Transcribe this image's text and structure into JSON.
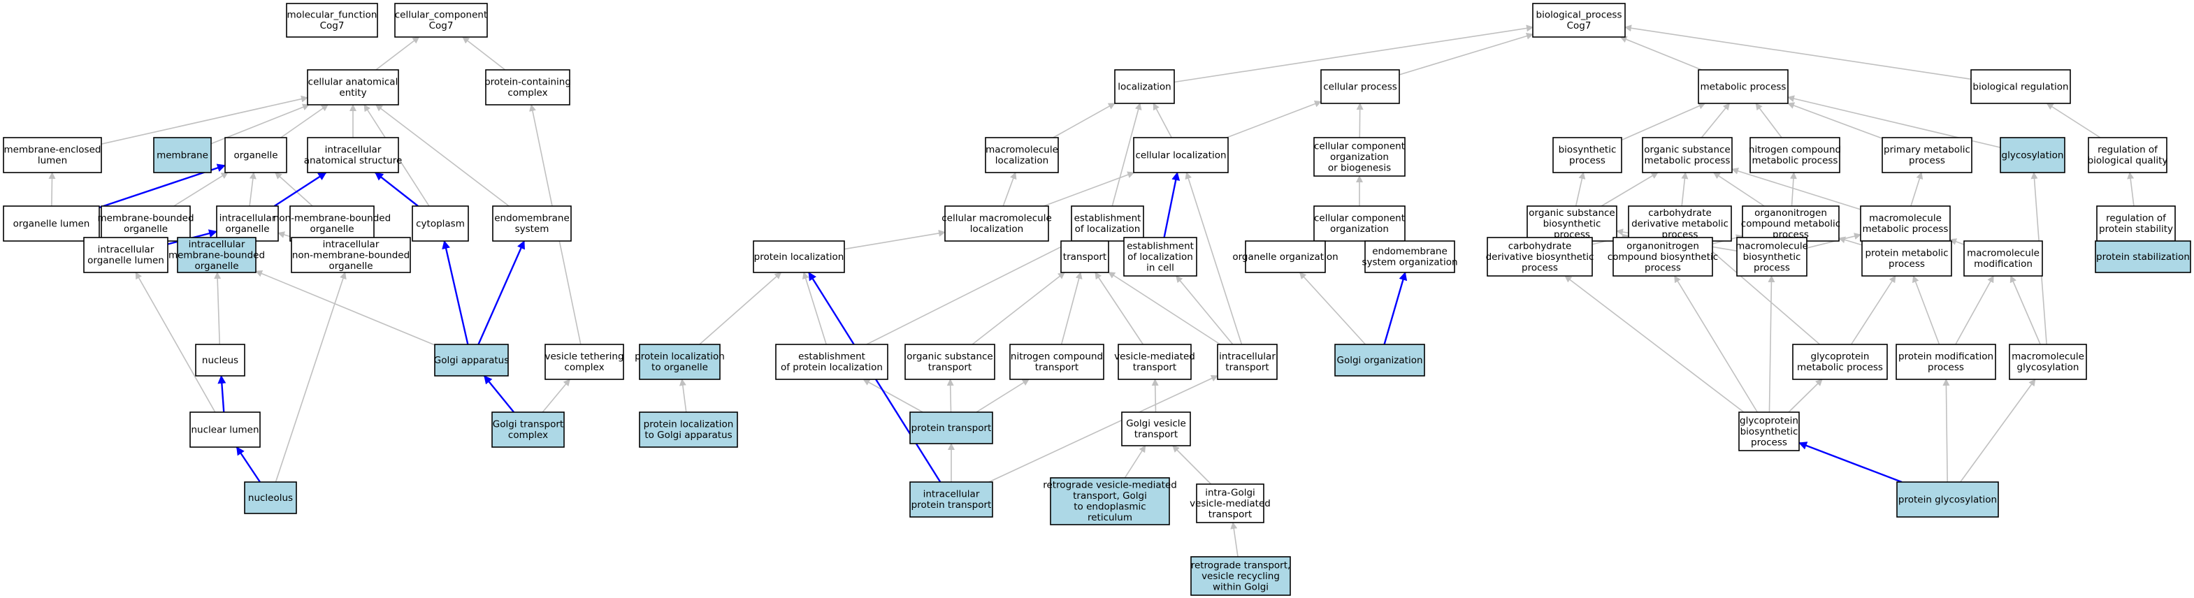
{
  "colors": {
    "plain_fill": "#ffffff",
    "highlight_fill": "#add8e6",
    "gray_edge": "#c0c0c0",
    "blue_edge": "#0000ff",
    "border": "#000000"
  },
  "nodes": [
    {
      "id": "mf",
      "lines": [
        "molecular_function",
        "Cog7"
      ],
      "highlight": false
    },
    {
      "id": "cc",
      "lines": [
        "cellular_component",
        "Cog7"
      ],
      "highlight": false
    },
    {
      "id": "bp",
      "lines": [
        "biological_process",
        "Cog7"
      ],
      "highlight": false
    },
    {
      "id": "cae",
      "lines": [
        "cellular anatomical",
        "entity"
      ],
      "highlight": false
    },
    {
      "id": "pcc",
      "lines": [
        "protein-containing",
        "complex"
      ],
      "highlight": false
    },
    {
      "id": "mel",
      "lines": [
        "membrane-enclosed",
        "lumen"
      ],
      "highlight": false
    },
    {
      "id": "membrane",
      "lines": [
        "membrane"
      ],
      "highlight": true
    },
    {
      "id": "organelle",
      "lines": [
        "organelle"
      ],
      "highlight": false
    },
    {
      "id": "ias",
      "lines": [
        "intracellular",
        "anatomical structure"
      ],
      "highlight": false
    },
    {
      "id": "orglumen",
      "lines": [
        "organelle lumen"
      ],
      "highlight": false
    },
    {
      "id": "mbo",
      "lines": [
        "membrane-bounded",
        "organelle"
      ],
      "highlight": false
    },
    {
      "id": "io",
      "lines": [
        "intracellular",
        "organelle"
      ],
      "highlight": false
    },
    {
      "id": "nmbo",
      "lines": [
        "non-membrane-bounded",
        "organelle"
      ],
      "highlight": false
    },
    {
      "id": "cytoplasm",
      "lines": [
        "cytoplasm"
      ],
      "highlight": false
    },
    {
      "id": "endosys",
      "lines": [
        "endomembrane",
        "system"
      ],
      "highlight": false
    },
    {
      "id": "iol",
      "lines": [
        "intracellular",
        "organelle lumen"
      ],
      "highlight": false
    },
    {
      "id": "imbo",
      "lines": [
        "intracellular",
        "membrane-bounded",
        "organelle"
      ],
      "highlight": true
    },
    {
      "id": "inmbo",
      "lines": [
        "intracellular",
        "non-membrane-bounded",
        "organelle"
      ],
      "highlight": false
    },
    {
      "id": "nucleus",
      "lines": [
        "nucleus"
      ],
      "highlight": false
    },
    {
      "id": "nuclum",
      "lines": [
        "nuclear lumen"
      ],
      "highlight": false
    },
    {
      "id": "nucleolus",
      "lines": [
        "nucleolus"
      ],
      "highlight": true
    },
    {
      "id": "golgi",
      "lines": [
        "Golgi apparatus"
      ],
      "highlight": true
    },
    {
      "id": "vtc",
      "lines": [
        "vesicle tethering",
        "complex"
      ],
      "highlight": false
    },
    {
      "id": "gtc",
      "lines": [
        "Golgi transport",
        "complex"
      ],
      "highlight": true
    },
    {
      "id": "localization",
      "lines": [
        "localization"
      ],
      "highlight": false
    },
    {
      "id": "cellproc",
      "lines": [
        "cellular process"
      ],
      "highlight": false
    },
    {
      "id": "metproc",
      "lines": [
        "metabolic process"
      ],
      "highlight": false
    },
    {
      "id": "bioreg",
      "lines": [
        "biological regulation"
      ],
      "highlight": false
    },
    {
      "id": "macloc",
      "lines": [
        "macromolecule",
        "localization"
      ],
      "highlight": false
    },
    {
      "id": "cellloc",
      "lines": [
        "cellular localization"
      ],
      "highlight": false
    },
    {
      "id": "ccob",
      "lines": [
        "cellular component",
        "organization",
        "or biogenesis"
      ],
      "highlight": false
    },
    {
      "id": "biosyn",
      "lines": [
        "biosynthetic",
        "process"
      ],
      "highlight": false
    },
    {
      "id": "osmp",
      "lines": [
        "organic substance",
        "metabolic process"
      ],
      "highlight": false
    },
    {
      "id": "ncmp",
      "lines": [
        "nitrogen compound",
        "metabolic process"
      ],
      "highlight": false
    },
    {
      "id": "pmp",
      "lines": [
        "primary metabolic",
        "process"
      ],
      "highlight": false
    },
    {
      "id": "glycosylation",
      "lines": [
        "glycosylation"
      ],
      "highlight": true
    },
    {
      "id": "rbq",
      "lines": [
        "regulation of",
        "biological quality"
      ],
      "highlight": false
    },
    {
      "id": "cml",
      "lines": [
        "cellular macromolecule",
        "localization"
      ],
      "highlight": false
    },
    {
      "id": "eol",
      "lines": [
        "establishment",
        "of localization"
      ],
      "highlight": false
    },
    {
      "id": "cco",
      "lines": [
        "cellular component",
        "organization"
      ],
      "highlight": false
    },
    {
      "id": "osbp",
      "lines": [
        "organic substance",
        "biosynthetic",
        "process"
      ],
      "highlight": false
    },
    {
      "id": "cdmp",
      "lines": [
        "carbohydrate",
        "derivative metabolic",
        "process"
      ],
      "highlight": false
    },
    {
      "id": "oncmp",
      "lines": [
        "organonitrogen",
        "compound metabolic",
        "process"
      ],
      "highlight": false
    },
    {
      "id": "mmp",
      "lines": [
        "macromolecule",
        "metabolic process"
      ],
      "highlight": false
    },
    {
      "id": "rps",
      "lines": [
        "regulation of",
        "protein stability"
      ],
      "highlight": false
    },
    {
      "id": "protloc",
      "lines": [
        "protein localization"
      ],
      "highlight": false
    },
    {
      "id": "transport",
      "lines": [
        "transport"
      ],
      "highlight": false
    },
    {
      "id": "eolc",
      "lines": [
        "establishment",
        "of localization",
        "in cell"
      ],
      "highlight": false
    },
    {
      "id": "orgorg",
      "lines": [
        "organelle organization"
      ],
      "highlight": false
    },
    {
      "id": "eso",
      "lines": [
        "endomembrane",
        "system organization"
      ],
      "highlight": false
    },
    {
      "id": "cdbp",
      "lines": [
        "carbohydrate",
        "derivative biosynthetic",
        "process"
      ],
      "highlight": false
    },
    {
      "id": "oncbp",
      "lines": [
        "organonitrogen",
        "compound biosynthetic",
        "process"
      ],
      "highlight": false
    },
    {
      "id": "mbp",
      "lines": [
        "macromolecule",
        "biosynthetic",
        "process"
      ],
      "highlight": false
    },
    {
      "id": "protmp",
      "lines": [
        "protein metabolic",
        "process"
      ],
      "highlight": false
    },
    {
      "id": "macmod",
      "lines": [
        "macromolecule",
        "modification"
      ],
      "highlight": false
    },
    {
      "id": "pstab",
      "lines": [
        "protein stabilization"
      ],
      "highlight": true
    },
    {
      "id": "plo",
      "lines": [
        "protein localization",
        "to organelle"
      ],
      "highlight": true
    },
    {
      "id": "epl",
      "lines": [
        "establishment",
        "of protein localization"
      ],
      "highlight": false
    },
    {
      "id": "ost",
      "lines": [
        "organic substance",
        "transport"
      ],
      "highlight": false
    },
    {
      "id": "nct",
      "lines": [
        "nitrogen compound",
        "transport"
      ],
      "highlight": false
    },
    {
      "id": "vmt",
      "lines": [
        "vesicle-mediated",
        "transport"
      ],
      "highlight": false
    },
    {
      "id": "ict",
      "lines": [
        "intracellular",
        "transport"
      ],
      "highlight": false
    },
    {
      "id": "golgiorg",
      "lines": [
        "Golgi organization"
      ],
      "highlight": true
    },
    {
      "id": "gmp",
      "lines": [
        "glycoprotein",
        "metabolic process"
      ],
      "highlight": false
    },
    {
      "id": "pmodp",
      "lines": [
        "protein modification",
        "process"
      ],
      "highlight": false
    },
    {
      "id": "mglyc",
      "lines": [
        "macromolecule",
        "glycosylation"
      ],
      "highlight": false
    },
    {
      "id": "plga",
      "lines": [
        "protein localization",
        "to Golgi apparatus"
      ],
      "highlight": true
    },
    {
      "id": "ptrans",
      "lines": [
        "protein transport"
      ],
      "highlight": true
    },
    {
      "id": "gvt",
      "lines": [
        "Golgi vesicle",
        "transport"
      ],
      "highlight": false
    },
    {
      "id": "gbp",
      "lines": [
        "glycoprotein",
        "biosynthetic",
        "process"
      ],
      "highlight": false
    },
    {
      "id": "ipt",
      "lines": [
        "intracellular",
        "protein transport"
      ],
      "highlight": true
    },
    {
      "id": "rvmt",
      "lines": [
        "retrograde vesicle-mediated",
        "transport, Golgi",
        "to endoplasmic",
        "reticulum"
      ],
      "highlight": true
    },
    {
      "id": "igvt",
      "lines": [
        "intra-Golgi",
        "vesicle-mediated",
        "transport"
      ],
      "highlight": false
    },
    {
      "id": "pglyc",
      "lines": [
        "protein glycosylation"
      ],
      "highlight": true
    },
    {
      "id": "rtvr",
      "lines": [
        "retrograde transport,",
        "vesicle recycling",
        "within Golgi"
      ],
      "highlight": true
    }
  ],
  "edges": [
    [
      "cae",
      "cc",
      "gray"
    ],
    [
      "pcc",
      "cc",
      "gray"
    ],
    [
      "mel",
      "cae",
      "gray"
    ],
    [
      "membrane",
      "cae",
      "gray"
    ],
    [
      "organelle",
      "cae",
      "gray"
    ],
    [
      "ias",
      "cae",
      "gray"
    ],
    [
      "cytoplasm",
      "cae",
      "gray"
    ],
    [
      "endosys",
      "cae",
      "gray"
    ],
    [
      "orglumen",
      "mel",
      "gray"
    ],
    [
      "orglumen",
      "organelle",
      "blue"
    ],
    [
      "mbo",
      "organelle",
      "gray"
    ],
    [
      "io",
      "organelle",
      "gray"
    ],
    [
      "nmbo",
      "organelle",
      "gray"
    ],
    [
      "io",
      "ias",
      "blue"
    ],
    [
      "cytoplasm",
      "ias",
      "blue"
    ],
    [
      "iol",
      "orglumen",
      "gray"
    ],
    [
      "iol",
      "io",
      "blue"
    ],
    [
      "imbo",
      "mbo",
      "gray"
    ],
    [
      "imbo",
      "io",
      "gray"
    ],
    [
      "inmbo",
      "nmbo",
      "gray"
    ],
    [
      "inmbo",
      "io",
      "gray"
    ],
    [
      "nucleus",
      "imbo",
      "gray"
    ],
    [
      "nuclum",
      "iol",
      "gray"
    ],
    [
      "nuclum",
      "nucleus",
      "blue"
    ],
    [
      "nucleolus",
      "nuclum",
      "blue"
    ],
    [
      "nucleolus",
      "inmbo",
      "gray"
    ],
    [
      "golgi",
      "imbo",
      "gray"
    ],
    [
      "golgi",
      "cytoplasm",
      "blue"
    ],
    [
      "golgi",
      "endosys",
      "blue"
    ],
    [
      "vtc",
      "pcc",
      "gray"
    ],
    [
      "gtc",
      "vtc",
      "gray"
    ],
    [
      "gtc",
      "golgi",
      "blue"
    ],
    [
      "localization",
      "bp",
      "gray"
    ],
    [
      "cellproc",
      "bp",
      "gray"
    ],
    [
      "metproc",
      "bp",
      "gray"
    ],
    [
      "bioreg",
      "bp",
      "gray"
    ],
    [
      "macloc",
      "localization",
      "gray"
    ],
    [
      "cellloc",
      "localization",
      "gray"
    ],
    [
      "cellloc",
      "cellproc",
      "gray"
    ],
    [
      "ccob",
      "cellproc",
      "gray"
    ],
    [
      "biosyn",
      "metproc",
      "gray"
    ],
    [
      "osmp",
      "metproc",
      "gray"
    ],
    [
      "ncmp",
      "metproc",
      "gray"
    ],
    [
      "pmp",
      "metproc",
      "gray"
    ],
    [
      "glycosylation",
      "metproc",
      "gray"
    ],
    [
      "rbq",
      "bioreg",
      "gray"
    ],
    [
      "cml",
      "macloc",
      "gray"
    ],
    [
      "cml",
      "cellloc",
      "gray"
    ],
    [
      "eol",
      "localization",
      "gray"
    ],
    [
      "cco",
      "ccob",
      "gray"
    ],
    [
      "osbp",
      "biosyn",
      "gray"
    ],
    [
      "osbp",
      "osmp",
      "gray"
    ],
    [
      "cdmp",
      "osmp",
      "gray"
    ],
    [
      "oncmp",
      "osmp",
      "gray"
    ],
    [
      "oncmp",
      "ncmp",
      "gray"
    ],
    [
      "mmp",
      "osmp",
      "gray"
    ],
    [
      "mmp",
      "pmp",
      "gray"
    ],
    [
      "rps",
      "rbq",
      "gray"
    ],
    [
      "pstab",
      "rps",
      "gray"
    ],
    [
      "protloc",
      "cml",
      "gray"
    ],
    [
      "transport",
      "eol",
      "gray"
    ],
    [
      "eolc",
      "eol",
      "gray"
    ],
    [
      "eolc",
      "cellloc",
      "blue"
    ],
    [
      "orgorg",
      "cco",
      "gray"
    ],
    [
      "eso",
      "cco",
      "gray"
    ],
    [
      "cdbp",
      "osbp",
      "gray"
    ],
    [
      "cdbp",
      "cdmp",
      "gray"
    ],
    [
      "oncbp",
      "osbp",
      "gray"
    ],
    [
      "oncbp",
      "oncmp",
      "gray"
    ],
    [
      "mbp",
      "osbp",
      "gray"
    ],
    [
      "mbp",
      "mmp",
      "gray"
    ],
    [
      "protmp",
      "oncmp",
      "gray"
    ],
    [
      "protmp",
      "mmp",
      "gray"
    ],
    [
      "macmod",
      "mmp",
      "gray"
    ],
    [
      "plo",
      "protloc",
      "gray"
    ],
    [
      "epl",
      "eol",
      "gray"
    ],
    [
      "epl",
      "protloc",
      "gray"
    ],
    [
      "ost",
      "transport",
      "gray"
    ],
    [
      "nct",
      "transport",
      "gray"
    ],
    [
      "vmt",
      "transport",
      "gray"
    ],
    [
      "ict",
      "eolc",
      "gray"
    ],
    [
      "ict",
      "transport",
      "gray"
    ],
    [
      "ict",
      "cellloc",
      "gray"
    ],
    [
      "golgiorg",
      "orgorg",
      "gray"
    ],
    [
      "golgiorg",
      "eso",
      "blue"
    ],
    [
      "gmp",
      "cdmp",
      "gray"
    ],
    [
      "gmp",
      "protmp",
      "gray"
    ],
    [
      "pmodp",
      "protmp",
      "gray"
    ],
    [
      "pmodp",
      "macmod",
      "gray"
    ],
    [
      "mglyc",
      "macmod",
      "gray"
    ],
    [
      "mglyc",
      "glycosylation",
      "gray"
    ],
    [
      "plga",
      "plo",
      "gray"
    ],
    [
      "ptrans",
      "ost",
      "gray"
    ],
    [
      "ptrans",
      "nct",
      "gray"
    ],
    [
      "ptrans",
      "epl",
      "gray"
    ],
    [
      "gvt",
      "vmt",
      "gray"
    ],
    [
      "gbp",
      "cdbp",
      "gray"
    ],
    [
      "gbp",
      "oncbp",
      "gray"
    ],
    [
      "gbp",
      "mbp",
      "gray"
    ],
    [
      "gbp",
      "gmp",
      "gray"
    ],
    [
      "ipt",
      "ptrans",
      "gray"
    ],
    [
      "ipt",
      "ict",
      "gray"
    ],
    [
      "ipt",
      "protloc",
      "blue"
    ],
    [
      "rvmt",
      "gvt",
      "gray"
    ],
    [
      "igvt",
      "gvt",
      "gray"
    ],
    [
      "rtvr",
      "igvt",
      "gray"
    ],
    [
      "pglyc",
      "gbp",
      "blue"
    ],
    [
      "pglyc",
      "pmodp",
      "gray"
    ],
    [
      "pglyc",
      "mglyc",
      "gray"
    ]
  ]
}
